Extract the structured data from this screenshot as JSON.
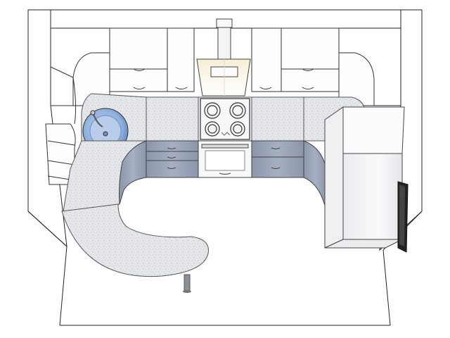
{
  "scene": {
    "title": "",
    "colors": {
      "wall": "#ffffff",
      "wall_line": "#222222",
      "cabinet": "#fdfdfd",
      "front": "#9aa3b8",
      "front_dark": "#7c859b",
      "counter": "#e4e6ea",
      "speckle": "#b9bcc4",
      "sink": "#6f93c8",
      "sink_inner": "#a9c2e6",
      "cooktop": "#f2f2f2",
      "fridge": "#f4f4f6",
      "hood_glow": "#f3e7c7",
      "tv": "#222222"
    },
    "objects": [
      "wall-cabinets",
      "range-hood",
      "sink",
      "cooktop",
      "oven",
      "drawer-units",
      "refrigerator",
      "curved-bar-counter",
      "corner-shelves",
      "wall-tv"
    ]
  }
}
